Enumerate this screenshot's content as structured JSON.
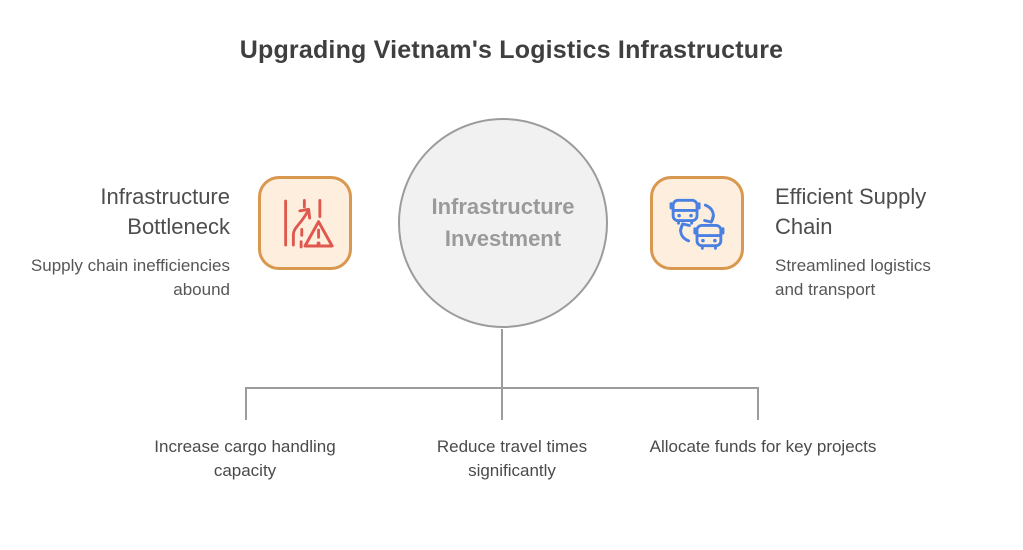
{
  "title": "Upgrading Vietnam's Logistics Infrastructure",
  "center_node": {
    "label": "Infrastructure Investment"
  },
  "left_node": {
    "title": "Infrastructure Bottleneck",
    "description": "Supply chain inefficiencies abound",
    "icon": "road-merge-warning-icon"
  },
  "right_node": {
    "title": "Efficient Supply Chain",
    "description": "Streamlined logistics and transport",
    "icon": "bus-exchange-icon"
  },
  "branches": [
    {
      "label": "Increase cargo handling capacity"
    },
    {
      "label": "Reduce travel times significantly"
    },
    {
      "label": "Allocate funds for key projects"
    }
  ],
  "colors": {
    "title_text": "#3f3f3f",
    "heading_text": "#4d4d4d",
    "body_text": "#565656",
    "circle_fill": "#f1f1f1",
    "circle_border": "#9c9c9c",
    "circle_text": "#9a9a9a",
    "connector_line": "#9c9c9c",
    "icon_card_background": "#fdeedd",
    "icon_card_border": "#d9984f",
    "warning_icon_color": "#e0574e",
    "transport_icon_color": "#4a80e1"
  }
}
